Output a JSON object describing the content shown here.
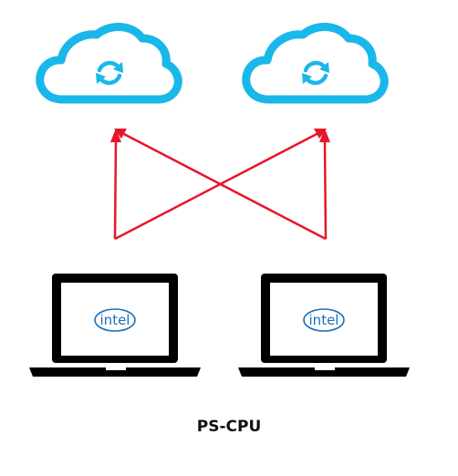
{
  "caption": "PS-CPU",
  "nodes": {
    "laptops": [
      {
        "logo_text": "intel"
      },
      {
        "logo_text": "intel"
      }
    ]
  },
  "colors": {
    "cloud": "#19b7ea",
    "arrow": "#e8152b",
    "laptop": "#000000",
    "logo": "#1a6fb5"
  },
  "icons": [
    "cloud-sync-icon",
    "laptop-icon",
    "intel-logo-icon",
    "arrow"
  ]
}
